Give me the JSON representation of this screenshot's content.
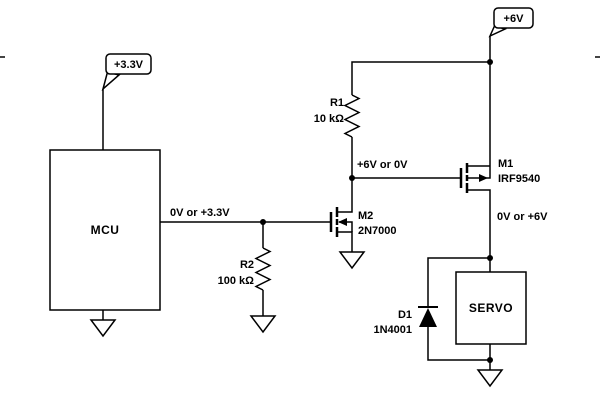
{
  "power_flags": {
    "v33": "+3.3V",
    "v6": "+6V"
  },
  "blocks": {
    "mcu": "MCU",
    "servo": "SERVO"
  },
  "net_labels": {
    "mcu_out": "0V or +3.3V",
    "m2_drain": "+6V or 0V",
    "m1_drain": "0V or +6V"
  },
  "components": {
    "r1": {
      "ref": "R1",
      "value": "10 kΩ"
    },
    "r2": {
      "ref": "R2",
      "value": "100 kΩ"
    },
    "m1": {
      "ref": "M1",
      "value": "IRF9540"
    },
    "m2": {
      "ref": "M2",
      "value": "2N7000"
    },
    "d1": {
      "ref": "D1",
      "value": "1N4001"
    }
  },
  "colors": {
    "wire": "#000000",
    "background": "#ffffff"
  }
}
